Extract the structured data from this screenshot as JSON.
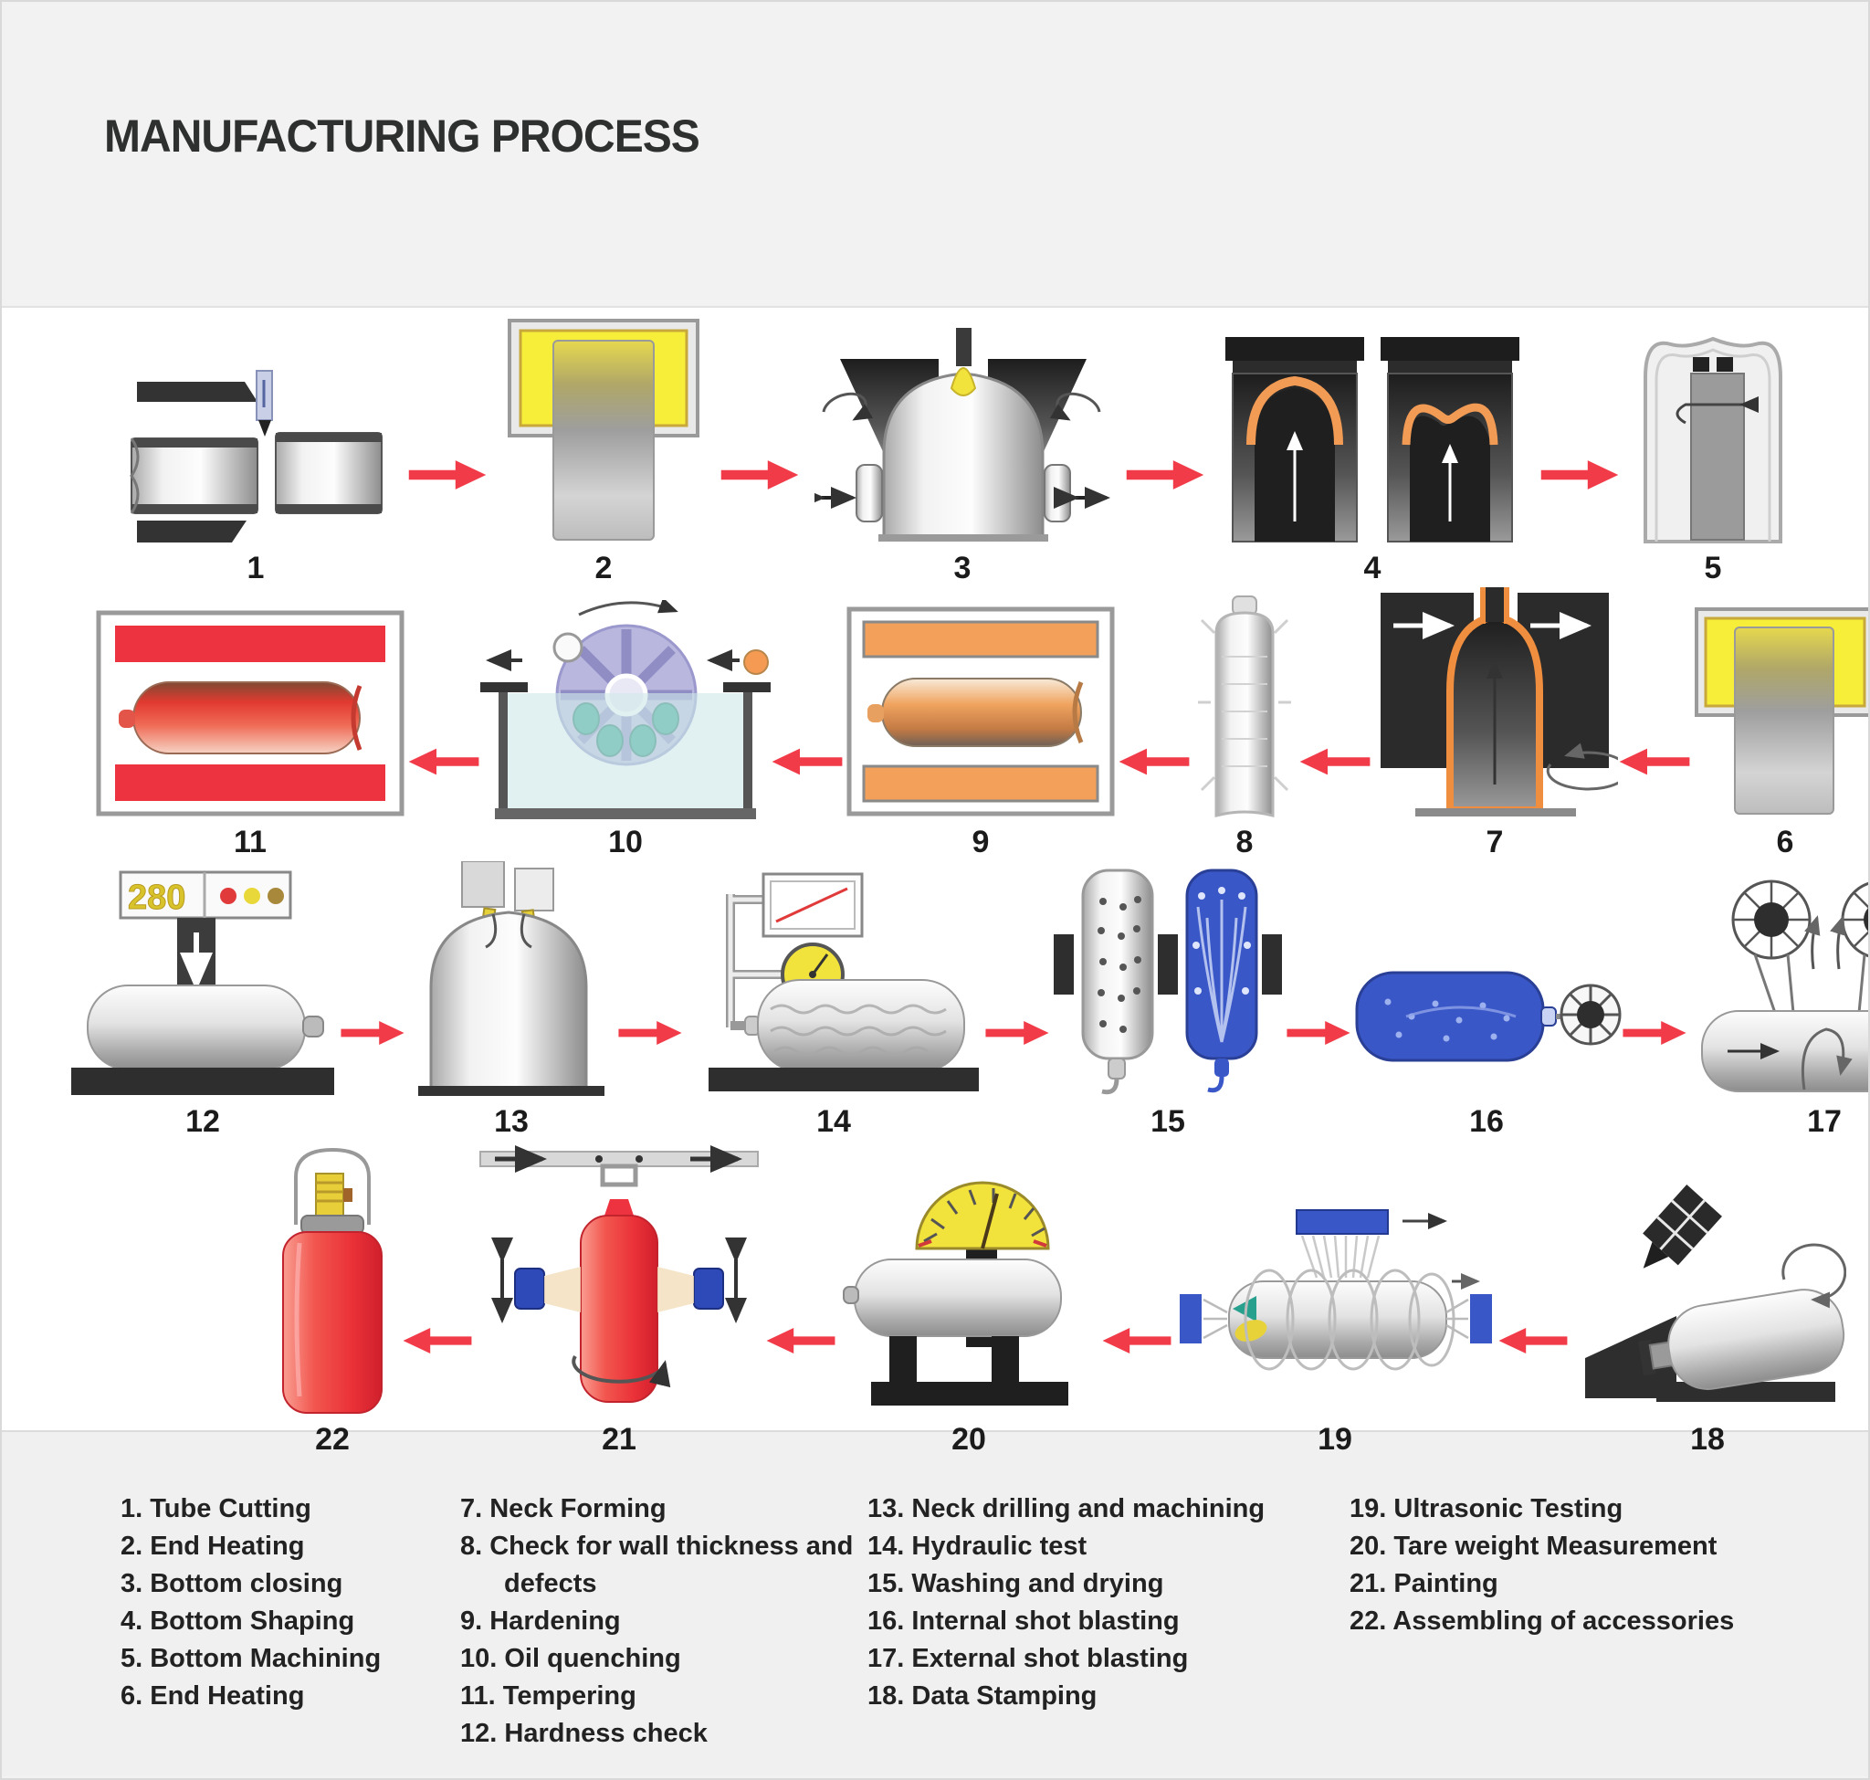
{
  "title": "MANUFACTURING PROCESS",
  "diagram": {
    "hardness_display": "280",
    "rows": [
      {
        "direction": "right",
        "steps": [
          "1",
          "2",
          "3",
          "4",
          "5"
        ]
      },
      {
        "direction": "left",
        "steps": [
          "11",
          "10",
          "9",
          "8",
          "7",
          "6"
        ]
      },
      {
        "direction": "right",
        "steps": [
          "12",
          "13",
          "14",
          "15",
          "16",
          "17"
        ]
      },
      {
        "direction": "left",
        "steps": [
          "22",
          "21",
          "20",
          "19",
          "18"
        ]
      }
    ]
  },
  "legend": {
    "columns": [
      {
        "items": [
          "1. Tube Cutting",
          "2. End Heating",
          "3. Bottom closing",
          "4. Bottom Shaping",
          "5. Bottom Machining",
          "6. End Heating"
        ]
      },
      {
        "items": [
          "7. Neck Forming",
          "8. Check for wall thickness and defects",
          "9. Hardening",
          "10. Oil quenching",
          "11. Tempering",
          "12. Hardness check"
        ]
      },
      {
        "items": [
          "13. Neck drilling and machining",
          "14. Hydraulic test",
          "15. Washing and drying",
          "16. Internal shot blasting",
          "17. External shot blasting",
          "18. Data Stamping"
        ]
      },
      {
        "items": [
          "19. Ultrasonic Testing",
          "20. Tare weight Measurement",
          "21. Painting",
          "22. Assembling of accessories"
        ]
      }
    ]
  },
  "colors": {
    "arrow_red": "#f23b48",
    "furnace_yellow": "#f6ee39",
    "hot_orange": "#f2a05a",
    "heater_red": "#ee3340",
    "paint_red": "#ee3340",
    "process_blue": "#3a57c8",
    "quench_teal": "#28a08e",
    "oil_blue": "#cfe9e9"
  }
}
